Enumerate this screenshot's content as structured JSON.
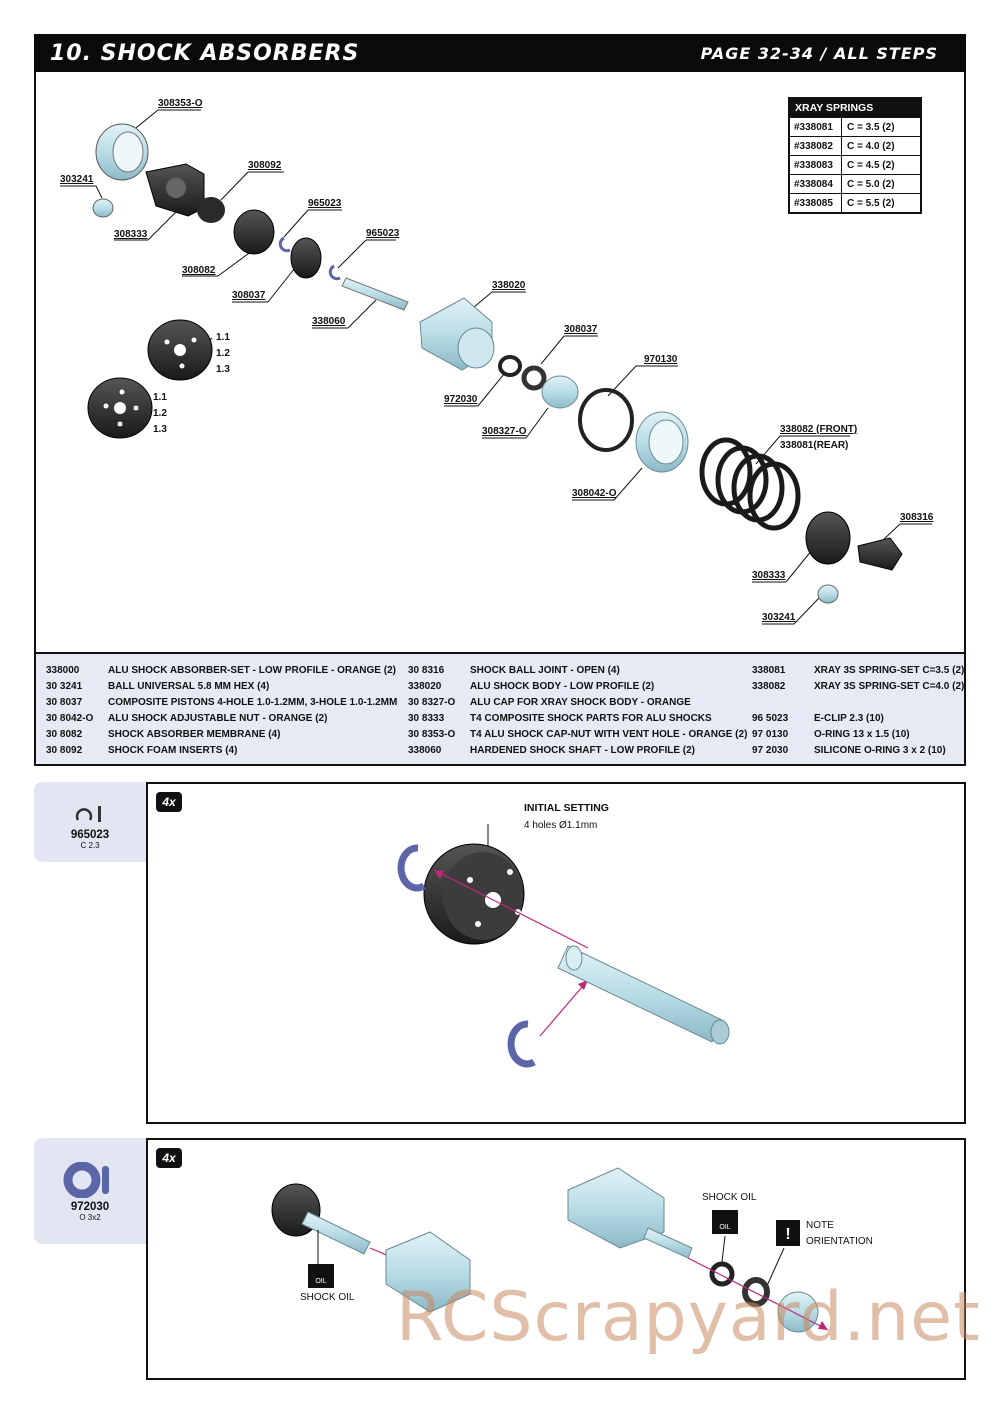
{
  "header": {
    "title": "10. SHOCK ABSORBERS",
    "pages": "PAGE 32-34 / ALL STEPS"
  },
  "springs_table": {
    "title": "XRAY SPRINGS",
    "rows": [
      {
        "code": "#338081",
        "rate": "C = 3.5 (2)"
      },
      {
        "code": "#338082",
        "rate": "C = 4.0 (2)"
      },
      {
        "code": "#338083",
        "rate": "C = 4.5 (2)"
      },
      {
        "code": "#338084",
        "rate": "C = 5.0 (2)"
      },
      {
        "code": "#338085",
        "rate": "C = 5.5 (2)"
      }
    ]
  },
  "diagram_labels": {
    "l308353": "308353-O",
    "l303241a": "303241",
    "l308092": "308092",
    "l308333a": "308333",
    "l965023a": "965023",
    "l965023b": "965023",
    "l308082": "308082",
    "l308037a": "308037",
    "l338060": "338060",
    "l338020": "338020",
    "l308037b": "308037",
    "l970130": "970130",
    "l972030": "972030",
    "l308327": "308327-O",
    "l338082f": "338082 (FRONT)",
    "l338081r": "338081(REAR)",
    "l308042": "308042-O",
    "l308316": "308316",
    "l308333b": "308333",
    "l303241b": "303241",
    "pistonA1": "1.1",
    "pistonA2": "1.2",
    "pistonA3": "1.3",
    "pistonB1": "1.1",
    "pistonB2": "1.2",
    "pistonB3": "1.3"
  },
  "parts_list": {
    "col1": [
      {
        "code": "338000",
        "desc": "ALU SHOCK ABSORBER-SET - LOW PROFILE - ORANGE (2)"
      },
      {
        "code": "30 3241",
        "desc": "BALL UNIVERSAL 5.8 MM HEX (4)"
      },
      {
        "code": "30 8037",
        "desc": "COMPOSITE PISTONS 4-HOLE 1.0-1.2MM, 3-HOLE 1.0-1.2MM"
      },
      {
        "code": "30 8042-O",
        "desc": "ALU SHOCK ADJUSTABLE NUT - ORANGE (2)"
      },
      {
        "code": "30 8082",
        "desc": "SHOCK ABSORBER MEMBRANE  (4)"
      },
      {
        "code": "30 8092",
        "desc": "SHOCK FOAM INSERTS (4)"
      }
    ],
    "col2": [
      {
        "code": "30 8316",
        "desc": "SHOCK BALL JOINT - OPEN (4)"
      },
      {
        "code": "338020",
        "desc": "ALU SHOCK BODY - LOW PROFILE (2)"
      },
      {
        "code": "30 8327-O",
        "desc": "ALU CAP FOR XRAY SHOCK BODY - ORANGE"
      },
      {
        "code": "30 8333",
        "desc": "T4 COMPOSITE SHOCK PARTS FOR ALU SHOCKS"
      },
      {
        "code": "30 8353-O",
        "desc": "T4 ALU SHOCK CAP-NUT WITH VENT HOLE - ORANGE (2)"
      },
      {
        "code": "338060",
        "desc": "HARDENED SHOCK SHAFT - LOW PROFILE (2)"
      }
    ],
    "col3": [
      {
        "code": "338081",
        "desc": "XRAY 3S SPRING-SET C=3.5 (2)"
      },
      {
        "code": "338082",
        "desc": "XRAY 3S SPRING-SET C=4.0 (2)"
      },
      {
        "code": "",
        "desc": ""
      },
      {
        "code": "96 5023",
        "desc": "E-CLIP 2.3  (10)"
      },
      {
        "code": "97 0130",
        "desc": "O-RING 13 x 1.5  (10)"
      },
      {
        "code": "97 2030",
        "desc": "SILICONE O-RING 3 x 2  (10)"
      }
    ]
  },
  "step1": {
    "tab_part": "965023",
    "tab_sub": "C 2.3",
    "qty": "4x",
    "setting_title": "INITIAL SETTING",
    "setting_detail": "4 holes Ø1.1mm"
  },
  "step2": {
    "tab_part": "972030",
    "tab_sub": "O 3x2",
    "qty": "4x",
    "oil_label_left": "SHOCK OIL",
    "oil_label_right": "SHOCK OIL",
    "note_label": "NOTE",
    "orientation_label": "ORIENTATION",
    "oil_icon_text": "OIL"
  },
  "watermark": "RCScrapyard.net",
  "colors": {
    "metal": "#b9dde6",
    "dark_part": "#2a2a2a",
    "clip_blue": "#5b66a8",
    "arrow": "#c0287a",
    "panel": "#e6eaf4"
  }
}
